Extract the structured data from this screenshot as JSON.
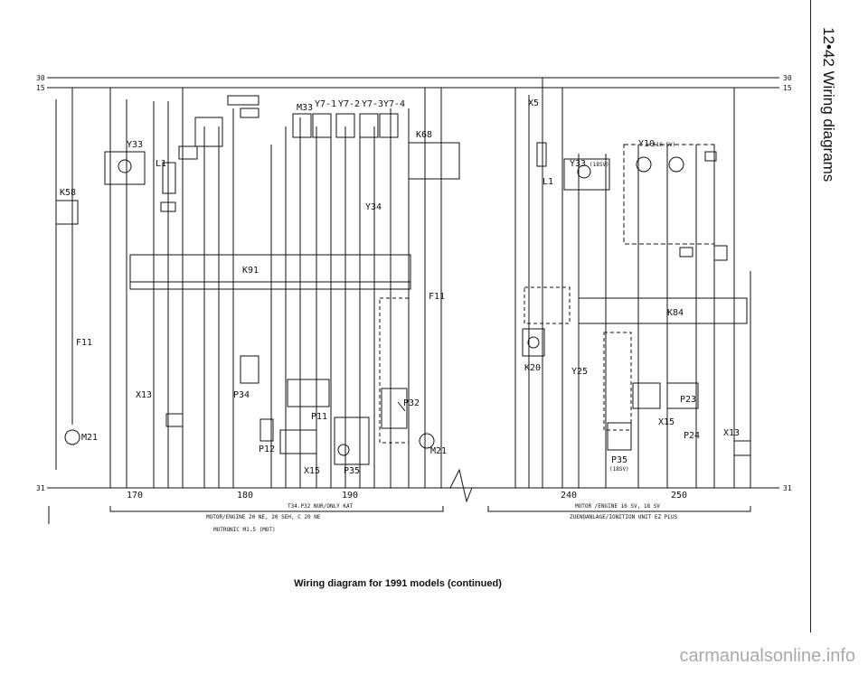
{
  "page_header": "12•42 Wiring diagrams",
  "caption": "Wiring diagram for 1991 models (continued)",
  "watermark": "carmanualsonline.info",
  "rails": {
    "r30": "30",
    "r15": "15",
    "r31": "31"
  },
  "components": {
    "K58": "K58",
    "Y33a": "Y33",
    "L1a": "L1",
    "F11a": "F11",
    "M21a": "M21",
    "X13a": "X13",
    "M33": "M33",
    "Y71": "Y7-1",
    "Y72": "Y7-2",
    "Y73": "Y7-3",
    "Y74": "Y7-4",
    "K68": "K68",
    "Y34": "Y34",
    "K91": "K91",
    "F11b": "F11",
    "P34": "P34",
    "P12": "P12",
    "P11": "P11",
    "X15a": "X15",
    "P35a": "P35",
    "P32": "P32",
    "M21b": "M21",
    "X5": "X5",
    "Y33b": "Y33",
    "Y33b_note": "(18SV)",
    "L1b": "L1",
    "Y10": "Y10",
    "Y10_note": "(16 SV)",
    "K84": "K84",
    "K20": "K20",
    "Y25": "Y25",
    "P23": "P23",
    "X15b": "X15",
    "P24": "P24",
    "X13b": "X13",
    "P35b": "P35",
    "P35b_note": "(18SV)"
  },
  "bottom_numbers": {
    "b170": "170",
    "b180": "180",
    "b190": "190",
    "b240": "240",
    "b250": "250"
  },
  "footer_labels": {
    "t34": "T34.P32 NUR/ONLY KAT",
    "motor20": "MOTOR/ENGINE 20 NE, 20 SEH, C 20 NE",
    "motronic": "MOTRONIC M1.5 (MOT)",
    "motor16": "MOTOR /ENGINE 16 SV, 18 SV",
    "zuend": "ZUENDANLAGE/IONITION UNIT EZ PLUS"
  }
}
